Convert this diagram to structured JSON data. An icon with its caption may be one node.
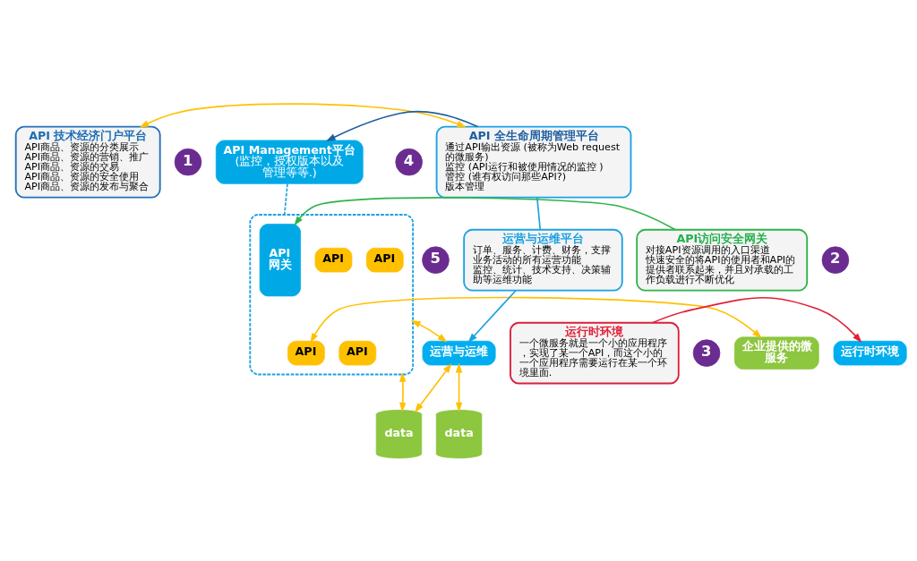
{
  "diagram": {
    "nodes": [
      {
        "text": [
          "1"
        ]
      },
      {
        "text": [
          "API 技术经济门户平台",
          "API商品、资源的分类展示",
          "API商品、资源的营销、推广",
          "API商品、资源的交易",
          "API商品、资源的安全使用",
          "API商品、资源的发布与聚合"
        ]
      },
      {
        "text": [
          "API Management平台",
          "(监控，授权版本以及管理等等.)"
        ]
      },
      {
        "text": [
          "4"
        ]
      },
      {
        "text": [
          "API 全生命周期管理平台",
          "通过API输出资源 (被称为Web request的微服务)",
          "监控 (API运行和被使用情况的监控 )",
          "管控 (谁有权访问那些API?)",
          "版本管理"
        ]
      },
      {
        "text": [
          "2"
        ]
      },
      {
        "text": [
          "API访问安全网关",
          "对接API资源调用的入口渠道",
          "快速安全的将API的使用者和API的提供者联系起来，并且对承载的工作负载进行不断优化"
        ]
      },
      {
        "text": [],
        "shape": "box"
      },
      {
        "text": [
          "API"
        ],
        "in": 7
      },
      {
        "text": [
          "API"
        ],
        "in": 7
      },
      {
        "text": [
          "API"
        ],
        "in": 7
      },
      {
        "text": [
          "API"
        ],
        "in": 7
      },
      {
        "text": [
          "API 网关"
        ],
        "in": 7
      },
      {
        "text": [
          "运营与运维平台",
          "订单、服务、计费、财务，支撑业务活动的所有运营功能",
          "监控、统计、技术支持、决策辅助等运维功能"
        ]
      },
      {
        "text": [
          "5"
        ]
      },
      {
        "text": [
          "3"
        ]
      },
      {
        "text": [
          "运行时环境",
          "一个微服务就是一个小的应用程序，实现了某一个API，而这个小的一个应用程序需要运行在某一个环境里面."
        ]
      },
      {
        "text": [
          "企业提供的微服务"
        ]
      },
      {
        "text": [
          "运营与运维"
        ]
      },
      {
        "text": [
          "运行时环境"
        ]
      },
      {
        "text": [
          "data"
        ]
      },
      {
        "text": [
          "data"
        ]
      }
    ],
    "edges": [
      {
        "from": 1,
        "to": 4,
        "arrow": "both"
      },
      {
        "from": 4,
        "to": 2,
        "arrow": "to",
        "color": "#1f5fa0"
      },
      {
        "from": 2,
        "to": 7,
        "arrow": "none",
        "style": "dashed",
        "color": "#1ba1e2"
      },
      {
        "from": 6,
        "to": 12,
        "arrow": "to",
        "color": "#2db34a"
      },
      {
        "from": 7,
        "to": 18,
        "arrow": "both"
      },
      {
        "from": 11,
        "to": 17,
        "arrow": "both"
      },
      {
        "from": 16,
        "to": 19,
        "arrow": "to",
        "color": "#e0203a"
      },
      {
        "from": 7,
        "to": 20,
        "arrow": "both"
      },
      {
        "from": 4,
        "to": 13,
        "arrow": "none",
        "color": "#1ba1e2"
      },
      {
        "from": 13,
        "to": 18,
        "arrow": "to",
        "color": "#1ba1e2"
      },
      {
        "from": 18,
        "to": 20,
        "arrow": "both"
      },
      {
        "from": 18,
        "to": 21,
        "arrow": "both"
      }
    ]
  }
}
